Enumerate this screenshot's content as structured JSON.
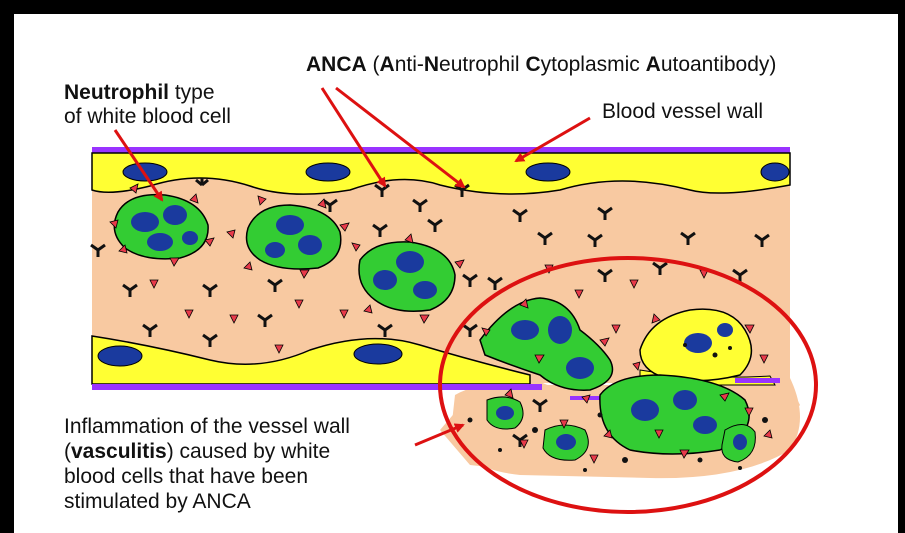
{
  "labels": {
    "neutrophil_bold": "Neutrophil",
    "neutrophil_rest": " type",
    "neutrophil_line2": "of white blood cell",
    "anca_A": "A",
    "anca_NC": "NC",
    "anca_A2": "A",
    "anca_open": " (",
    "anca_A3": "A",
    "anca_nti": "nti-",
    "anca_N": "N",
    "anca_eutrophil": "eutrophil ",
    "anca_C": "C",
    "anca_ytoplasmic": "ytoplasmic ",
    "anca_A4": "A",
    "anca_utoantibody": "utoantibody)",
    "vessel_wall": "Blood vessel wall",
    "inflam_line1": "Inflammation of the vessel wall",
    "inflam_paren_open": "(",
    "inflam_bold": "vasculitis",
    "inflam_line2_rest": ") caused by white",
    "inflam_line3": "blood cells that have been",
    "inflam_line4": "stimulated by ANCA"
  },
  "colors": {
    "plasma": "#f8c9a1",
    "vessel_wall": "#ffff33",
    "membrane": "#9933ff",
    "cell": "#33cc33",
    "nucleus": "#1a3a9e",
    "antigen": "#e83a4a",
    "arrow": "#dd1111",
    "circle": "#dd1111"
  }
}
